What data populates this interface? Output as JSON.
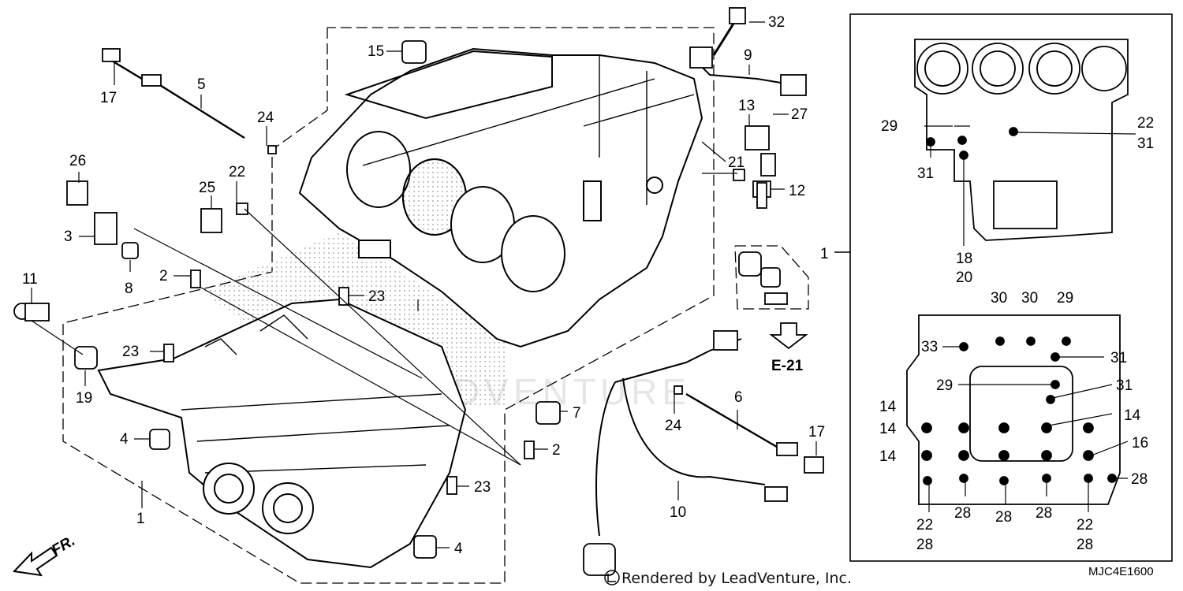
{
  "callouts": {
    "c1a": "1",
    "c1b": "1",
    "c2a": "2",
    "c2b": "2",
    "c3": "3",
    "c4a": "4",
    "c4b": "4",
    "c5": "5",
    "c6": "6",
    "c7": "7",
    "c8": "8",
    "c9": "9",
    "c10": "10",
    "c11": "11",
    "c12": "12",
    "c13": "13",
    "c15": "15",
    "c16": "16",
    "c17a": "17",
    "c17b": "17",
    "c19": "19",
    "c21": "21",
    "c22a": "22",
    "c23a": "23",
    "c23b": "23",
    "c23c": "23",
    "c24a": "24",
    "c24b": "24",
    "c25": "25",
    "c26": "26",
    "c27": "27",
    "c32": "32",
    "r22a": "22",
    "r31a": "31",
    "r29a": "29",
    "r31b": "31",
    "r18": "18",
    "r20": "20",
    "r30a": "30",
    "r30b": "30",
    "r29b": "29",
    "r33": "33",
    "r31c": "31",
    "r29c": "29",
    "r31d": "31",
    "r14a": "14",
    "r14b": "14",
    "r14c": "14",
    "r14d": "14",
    "r16": "16",
    "r28a": "28",
    "r22b": "22",
    "r28b": "28",
    "r28c": "28",
    "r28d": "28",
    "r28e": "28",
    "r22c": "22",
    "r28f": "28"
  },
  "reference": "E-21",
  "front_marker": "FR.",
  "watermark": "LEADVENTURE",
  "credit": "Rendered by LeadVenture, Inc.",
  "diagram_code": "MJC4E1600"
}
